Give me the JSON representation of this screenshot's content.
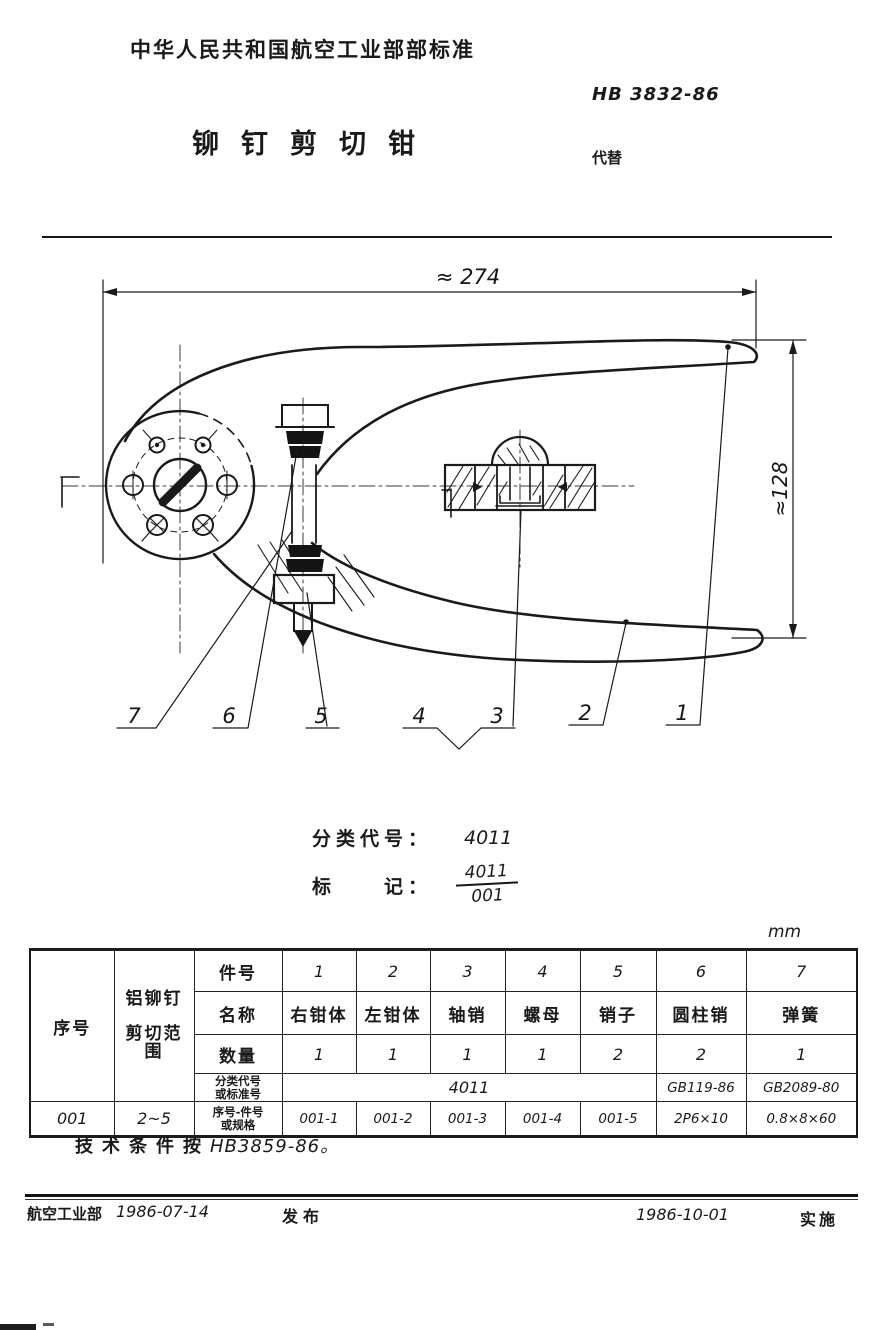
{
  "page": {
    "ink_color": "#1a1a1a"
  },
  "header": {
    "org": "中华人民共和国航空工业部部标准",
    "standard_no": "HB 3832-86",
    "title": "铆钉剪切钳",
    "replaces_label": "代替"
  },
  "drawing": {
    "dim_width": "≈ 274",
    "dim_height": "≈128",
    "part_labels": [
      "7",
      "6",
      "5",
      "4",
      "3",
      "2",
      "1"
    ]
  },
  "classification": {
    "label": "分类代号：",
    "value": "4011",
    "marking_label": "标　　记：",
    "marking_numerator": "4011",
    "marking_denominator": "001"
  },
  "table": {
    "unit": "mm",
    "row_headers": {
      "serial": "序号",
      "range_line1": "铝铆钉",
      "range_line2": "剪切范围",
      "part_no": "件号",
      "name": "名称",
      "qty": "数量",
      "class_line1": "分类代号",
      "class_line2": "或标准号",
      "spec_line1": "序号-件号",
      "spec_line2": "或规格"
    },
    "part_nos": [
      "1",
      "2",
      "3",
      "4",
      "5",
      "6",
      "7"
    ],
    "names": [
      "右钳体",
      "左钳体",
      "轴销",
      "螺母",
      "销子",
      "圆柱销",
      "弹簧"
    ],
    "quantities": [
      "1",
      "1",
      "1",
      "1",
      "2",
      "2",
      "1"
    ],
    "class_span_value": "4011",
    "class_col6": "GB119-86",
    "class_col7": "GB2089-80",
    "specs": [
      "001-1",
      "001-2",
      "001-3",
      "001-4",
      "001-5",
      "2P6×10",
      "0.8×8×60"
    ],
    "serial_value": "001",
    "range_value": "2~5"
  },
  "note": {
    "prefix": "技术条件按",
    "code": "HB3859-86。"
  },
  "footer": {
    "org": "航空工业部",
    "issue_date": "1986-07-14",
    "issue_label": "发布",
    "impl_date": "1986-10-01",
    "impl_label": "实施"
  }
}
